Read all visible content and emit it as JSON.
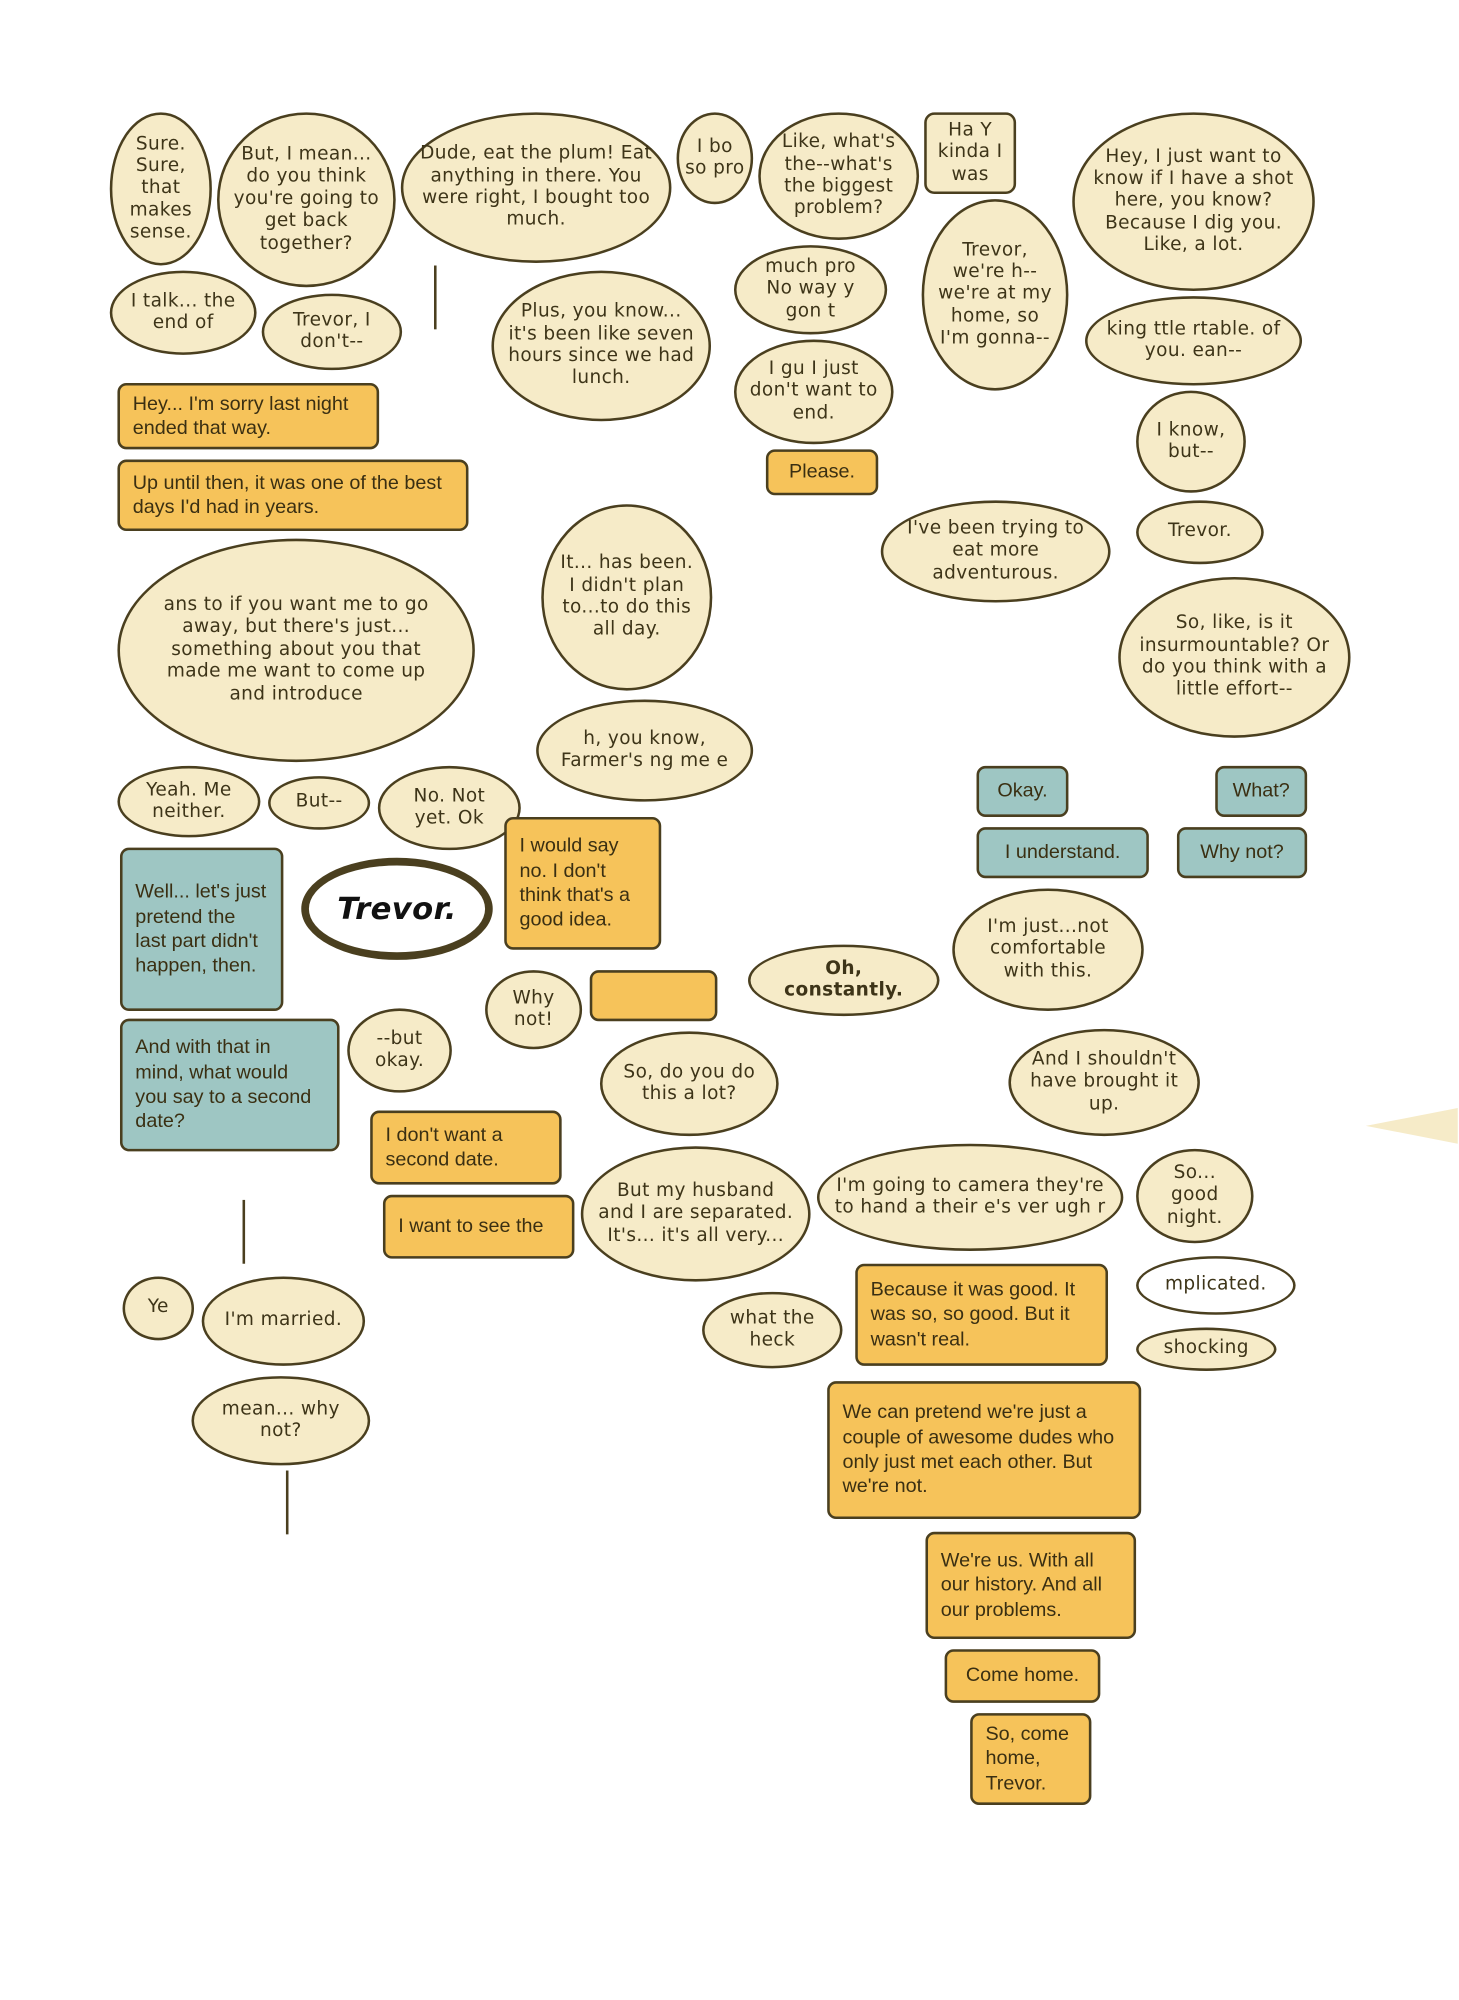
{
  "colors": {
    "cream": "#f6ebc8",
    "outline": "#4a3f1f",
    "orange": "#f6c35a",
    "teal": "#9ec6c3"
  },
  "bubbles": [
    {
      "text": "Sure. Sure, that makes sense."
    },
    {
      "text": "But, I mean... do you think you're going to get back together?"
    },
    {
      "text": "Trevor, I don't--"
    },
    {
      "text": "I talk... the end of"
    },
    {
      "text": "Dude, eat the plum! Eat anything in there. You were right, I bought too much."
    },
    {
      "text": "Plus, you know... it's been like seven hours since we had lunch."
    },
    {
      "text": "I bo so pro"
    },
    {
      "text": "Like, what's the--what's the biggest problem?"
    },
    {
      "text": "much pro No way y gon t"
    },
    {
      "text": "I gu I just don't want to end."
    },
    {
      "text": "Trevor, we're h-- we're at my home, so I'm gonna--"
    },
    {
      "text": "Ha Y kinda I was"
    },
    {
      "text": "Hey, I just want to know if I have a shot here, you know? Because I dig you. Like, a lot."
    },
    {
      "text": "king ttle rtable. of you. ean--"
    },
    {
      "text": "Please."
    },
    {
      "text": "Hey... I'm sorry last night ended that way."
    },
    {
      "text": "Up until then, it was one of the best days I'd had in years."
    },
    {
      "text": "ans to if you want me to go away, but there's just... something about you that made me want to come up and introduce"
    },
    {
      "text": "It... has been. I didn't plan to...to do this all day."
    },
    {
      "text": "I know, but--"
    },
    {
      "text": "I've been trying to eat more adventurous."
    },
    {
      "text": "Trevor."
    },
    {
      "text": "So, like, is it insurmountable? Or do you think with a little effort--"
    },
    {
      "text": "Yeah. Me neither."
    },
    {
      "text": "No. Not yet. Ok"
    },
    {
      "text": "But--"
    },
    {
      "text": "h, you know, Farmer's ng me e"
    },
    {
      "text": "Well... let's just pretend the last part didn't happen, then."
    },
    {
      "text": "Trevor."
    },
    {
      "text": "I would say no. I don't think that's a good idea."
    },
    {
      "text": "Okay."
    },
    {
      "text": "What?"
    },
    {
      "text": "Why not?"
    },
    {
      "text": "I understand."
    },
    {
      "text": "I'm just...not comfortable with this."
    },
    {
      "text": "And with that in mind, what would you say to a second date?"
    },
    {
      "text": "--but okay."
    },
    {
      "text": "Oh, constantly."
    },
    {
      "text": "Why not!"
    },
    {
      "text": "So, do you do this a lot?"
    },
    {
      "text": "I don't want a second date."
    },
    {
      "text": "I'm going to camera they're to hand a their e's ver ugh r"
    },
    {
      "text": "And I shouldn't have brought it up."
    },
    {
      "text": "So... good night."
    },
    {
      "text": "I want to see the"
    },
    {
      "text": "But my husband and I are separated. It's... it's all very..."
    },
    {
      "text": "mplicated."
    },
    {
      "text": "what the heck"
    },
    {
      "text": "Because it was good. It was so, so good. But it wasn't real."
    },
    {
      "text": "shocking"
    },
    {
      "text": "We can pretend we're just a couple of awesome dudes who only just met each other. But we're not."
    },
    {
      "text": "Ye"
    },
    {
      "text": "mean... why not?"
    },
    {
      "text": "I'm married."
    },
    {
      "text": "We're us. With all our history. And all our problems."
    },
    {
      "text": "Come home."
    },
    {
      "text": "So, come home, Trevor."
    }
  ]
}
